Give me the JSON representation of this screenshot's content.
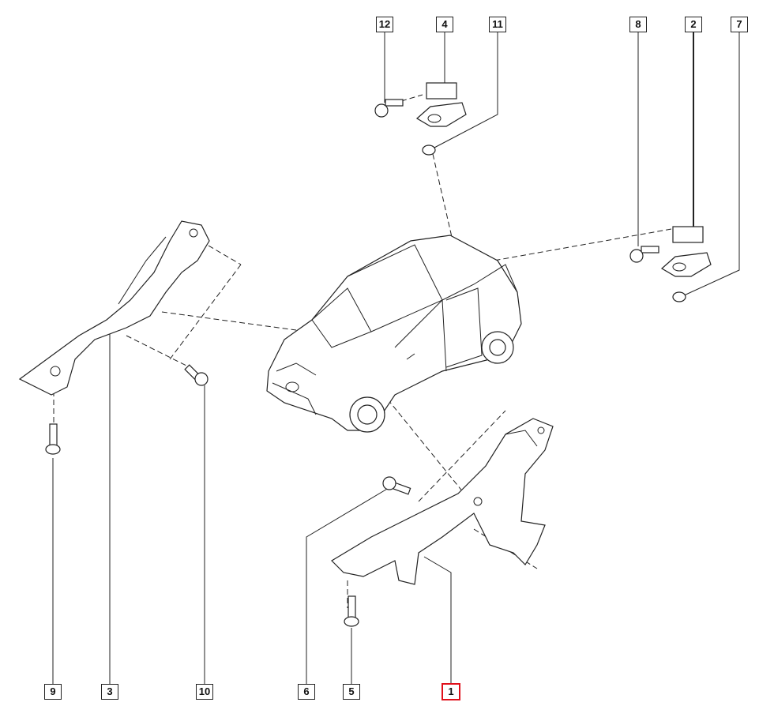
{
  "diagram": {
    "type": "exploded parts diagram",
    "highlight_color": "#e0101a",
    "highlighted_part": "1",
    "part_labels": {
      "p12": "12",
      "p4": "4",
      "p11": "11",
      "p8": "8",
      "p2": "2",
      "p7": "7",
      "p9": "9",
      "p3": "3",
      "p10": "10",
      "p6": "6",
      "p5": "5",
      "p1": "1"
    }
  }
}
